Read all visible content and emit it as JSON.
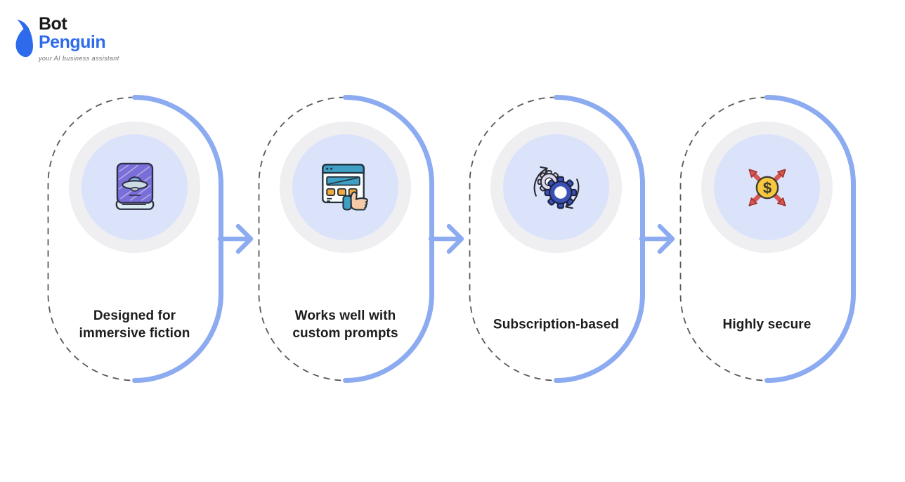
{
  "logo": {
    "brand_line1": "Bot",
    "brand_line2": "Penguin",
    "tagline": "your AI business assistant",
    "mark": "penguin-icon"
  },
  "steps": [
    {
      "label": "Designed for\nimmersive fiction",
      "icon": "book-ufo-icon"
    },
    {
      "label": "Works well with\ncustom prompts",
      "icon": "browser-thumbs-up-icon"
    },
    {
      "label": "Subscription-based",
      "icon": "sync-gears-icon"
    },
    {
      "label": "Highly secure",
      "icon": "dollar-expand-icon"
    }
  ],
  "connector": {
    "type": "arrow-right",
    "count": 3
  },
  "colors": {
    "accent_blue": "#8cabf0",
    "dashed_gray": "#58595b",
    "outer_circle": "#efeff2",
    "inner_circle": "#dbe3fb",
    "label_text": "#1c1c1c",
    "logo_blue": "#2d6bec",
    "logo_black": "#191919",
    "tagline_gray": "#6f6f6f",
    "icon_red": "#d95752",
    "icon_yellow": "#f5c83e",
    "icon_teal": "#3f9fc4",
    "icon_purple": "#7a6ed8",
    "icon_gear_blue": "#3b51b5"
  }
}
